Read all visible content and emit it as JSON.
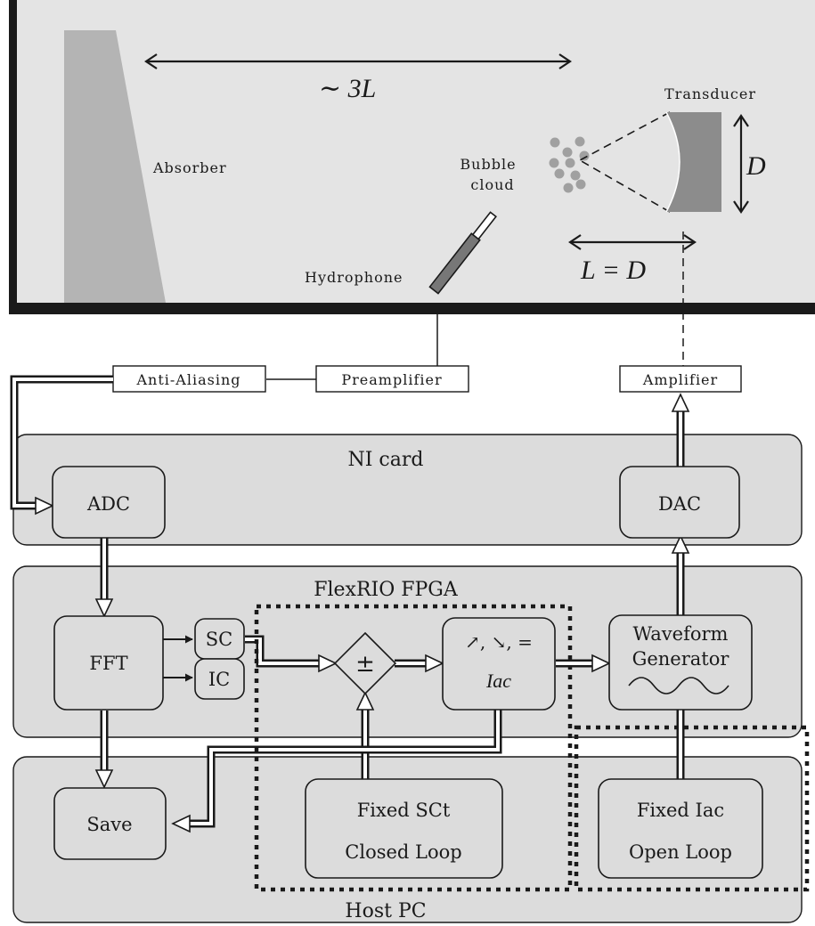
{
  "tank": {
    "span_label": "∼ 3L",
    "absorber_label": "Absorber",
    "bubble_label_line1": "Bubble",
    "bubble_label_line2": "cloud",
    "transducer_label": "Transducer",
    "aperture_label": "D",
    "focal_label": "L = D",
    "hydrophone_label": "Hydrophone"
  },
  "signal_chain": {
    "anti_aliasing": "Anti-Aliasing",
    "preamplifier": "Preamplifier",
    "amplifier": "Amplifier"
  },
  "ni_card": {
    "title": "NI card",
    "adc": "ADC",
    "dac": "DAC"
  },
  "fpga": {
    "title": "FlexRIO FPGA",
    "fft": "FFT",
    "sc": "SC",
    "ic": "IC",
    "comparator_symbol": "±",
    "controller_line1": "↗, ↘, =",
    "controller_line2": "Iac",
    "waveform_line1": "Waveform",
    "waveform_line2": "Generator"
  },
  "host_pc": {
    "title": "Host PC",
    "save": "Save",
    "closed_loop_line1": "Fixed SCt",
    "closed_loop_line2": "Closed Loop",
    "open_loop_line1": "Fixed Iac",
    "open_loop_line2": "Open Loop"
  },
  "colors": {
    "tank_fill": "#e4e4e4",
    "panel_fill": "#dcdcdc",
    "absorber": "#b4b4b4",
    "transducer": "#8c8c8c",
    "bubbles": "#a0a0a0",
    "ink": "#1a1a1a"
  }
}
